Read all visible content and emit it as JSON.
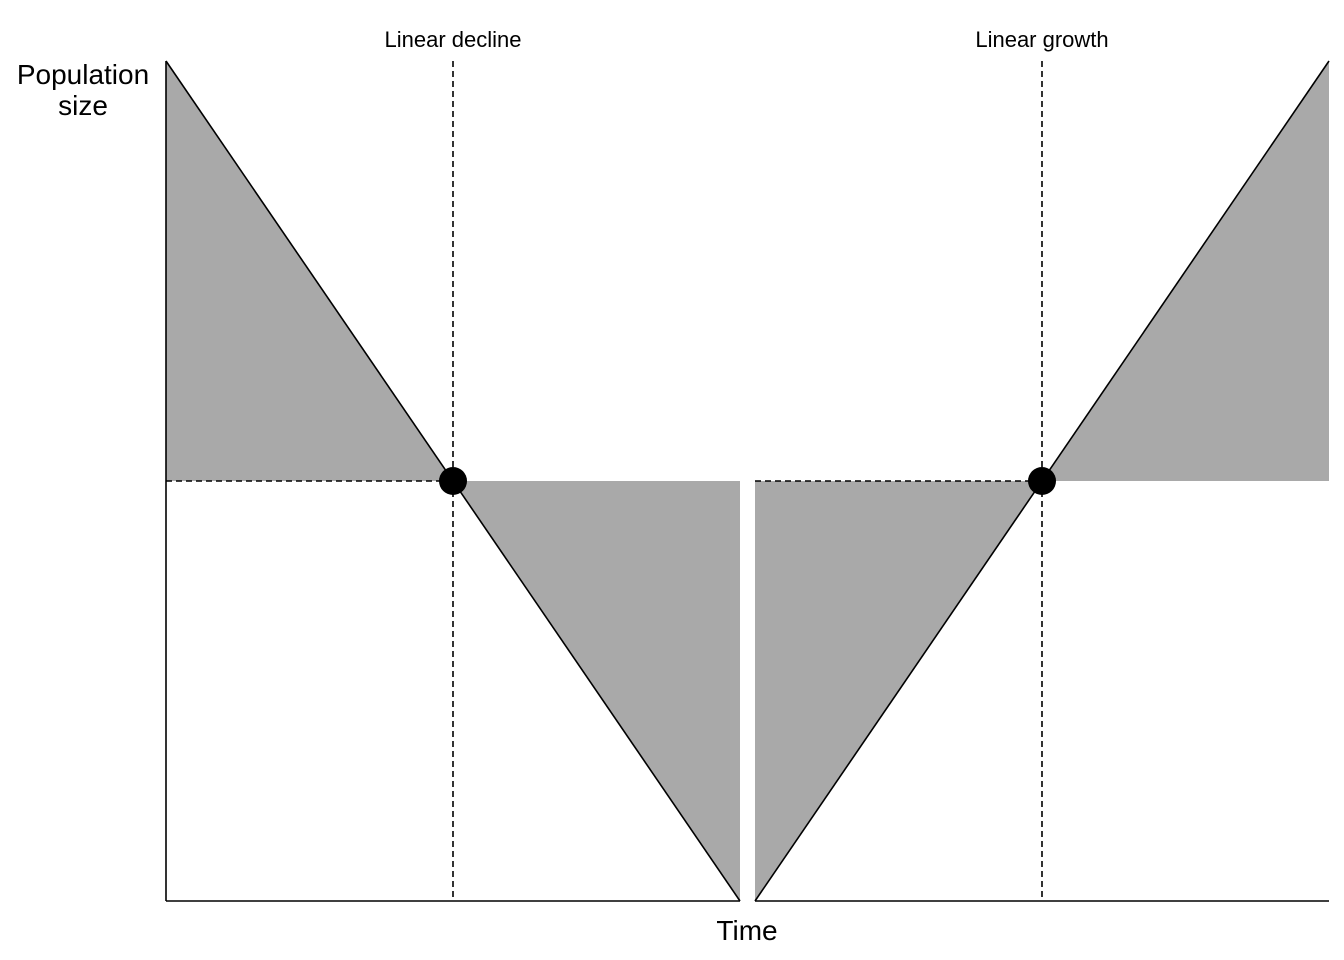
{
  "chart_data": {
    "type": "area",
    "xlabel": "Time",
    "ylabel": [
      "Population",
      "size"
    ],
    "colors": {
      "shade": "#a9a9a9",
      "line": "#000000",
      "background": "#ffffff"
    },
    "grid": false,
    "xlim": [
      0,
      1
    ],
    "ylim": [
      0,
      1
    ],
    "panels": [
      {
        "title": "Linear decline",
        "line": [
          [
            0,
            1
          ],
          [
            1,
            0
          ]
        ],
        "reference_point": [
          0.5,
          0.5
        ],
        "shaded_regions": [
          [
            [
              0,
              1
            ],
            [
              0.5,
              0.5
            ],
            [
              0,
              0.5
            ]
          ],
          [
            [
              0.5,
              0.5
            ],
            [
              1,
              0.5
            ],
            [
              1,
              0
            ]
          ]
        ]
      },
      {
        "title": "Linear growth",
        "line": [
          [
            0,
            0
          ],
          [
            1,
            1
          ]
        ],
        "reference_point": [
          0.5,
          0.5
        ],
        "shaded_regions": [
          [
            [
              0,
              0.5
            ],
            [
              0.5,
              0.5
            ],
            [
              0,
              0
            ]
          ],
          [
            [
              0.5,
              0.5
            ],
            [
              1,
              1
            ],
            [
              1,
              0.5
            ]
          ]
        ]
      }
    ]
  }
}
